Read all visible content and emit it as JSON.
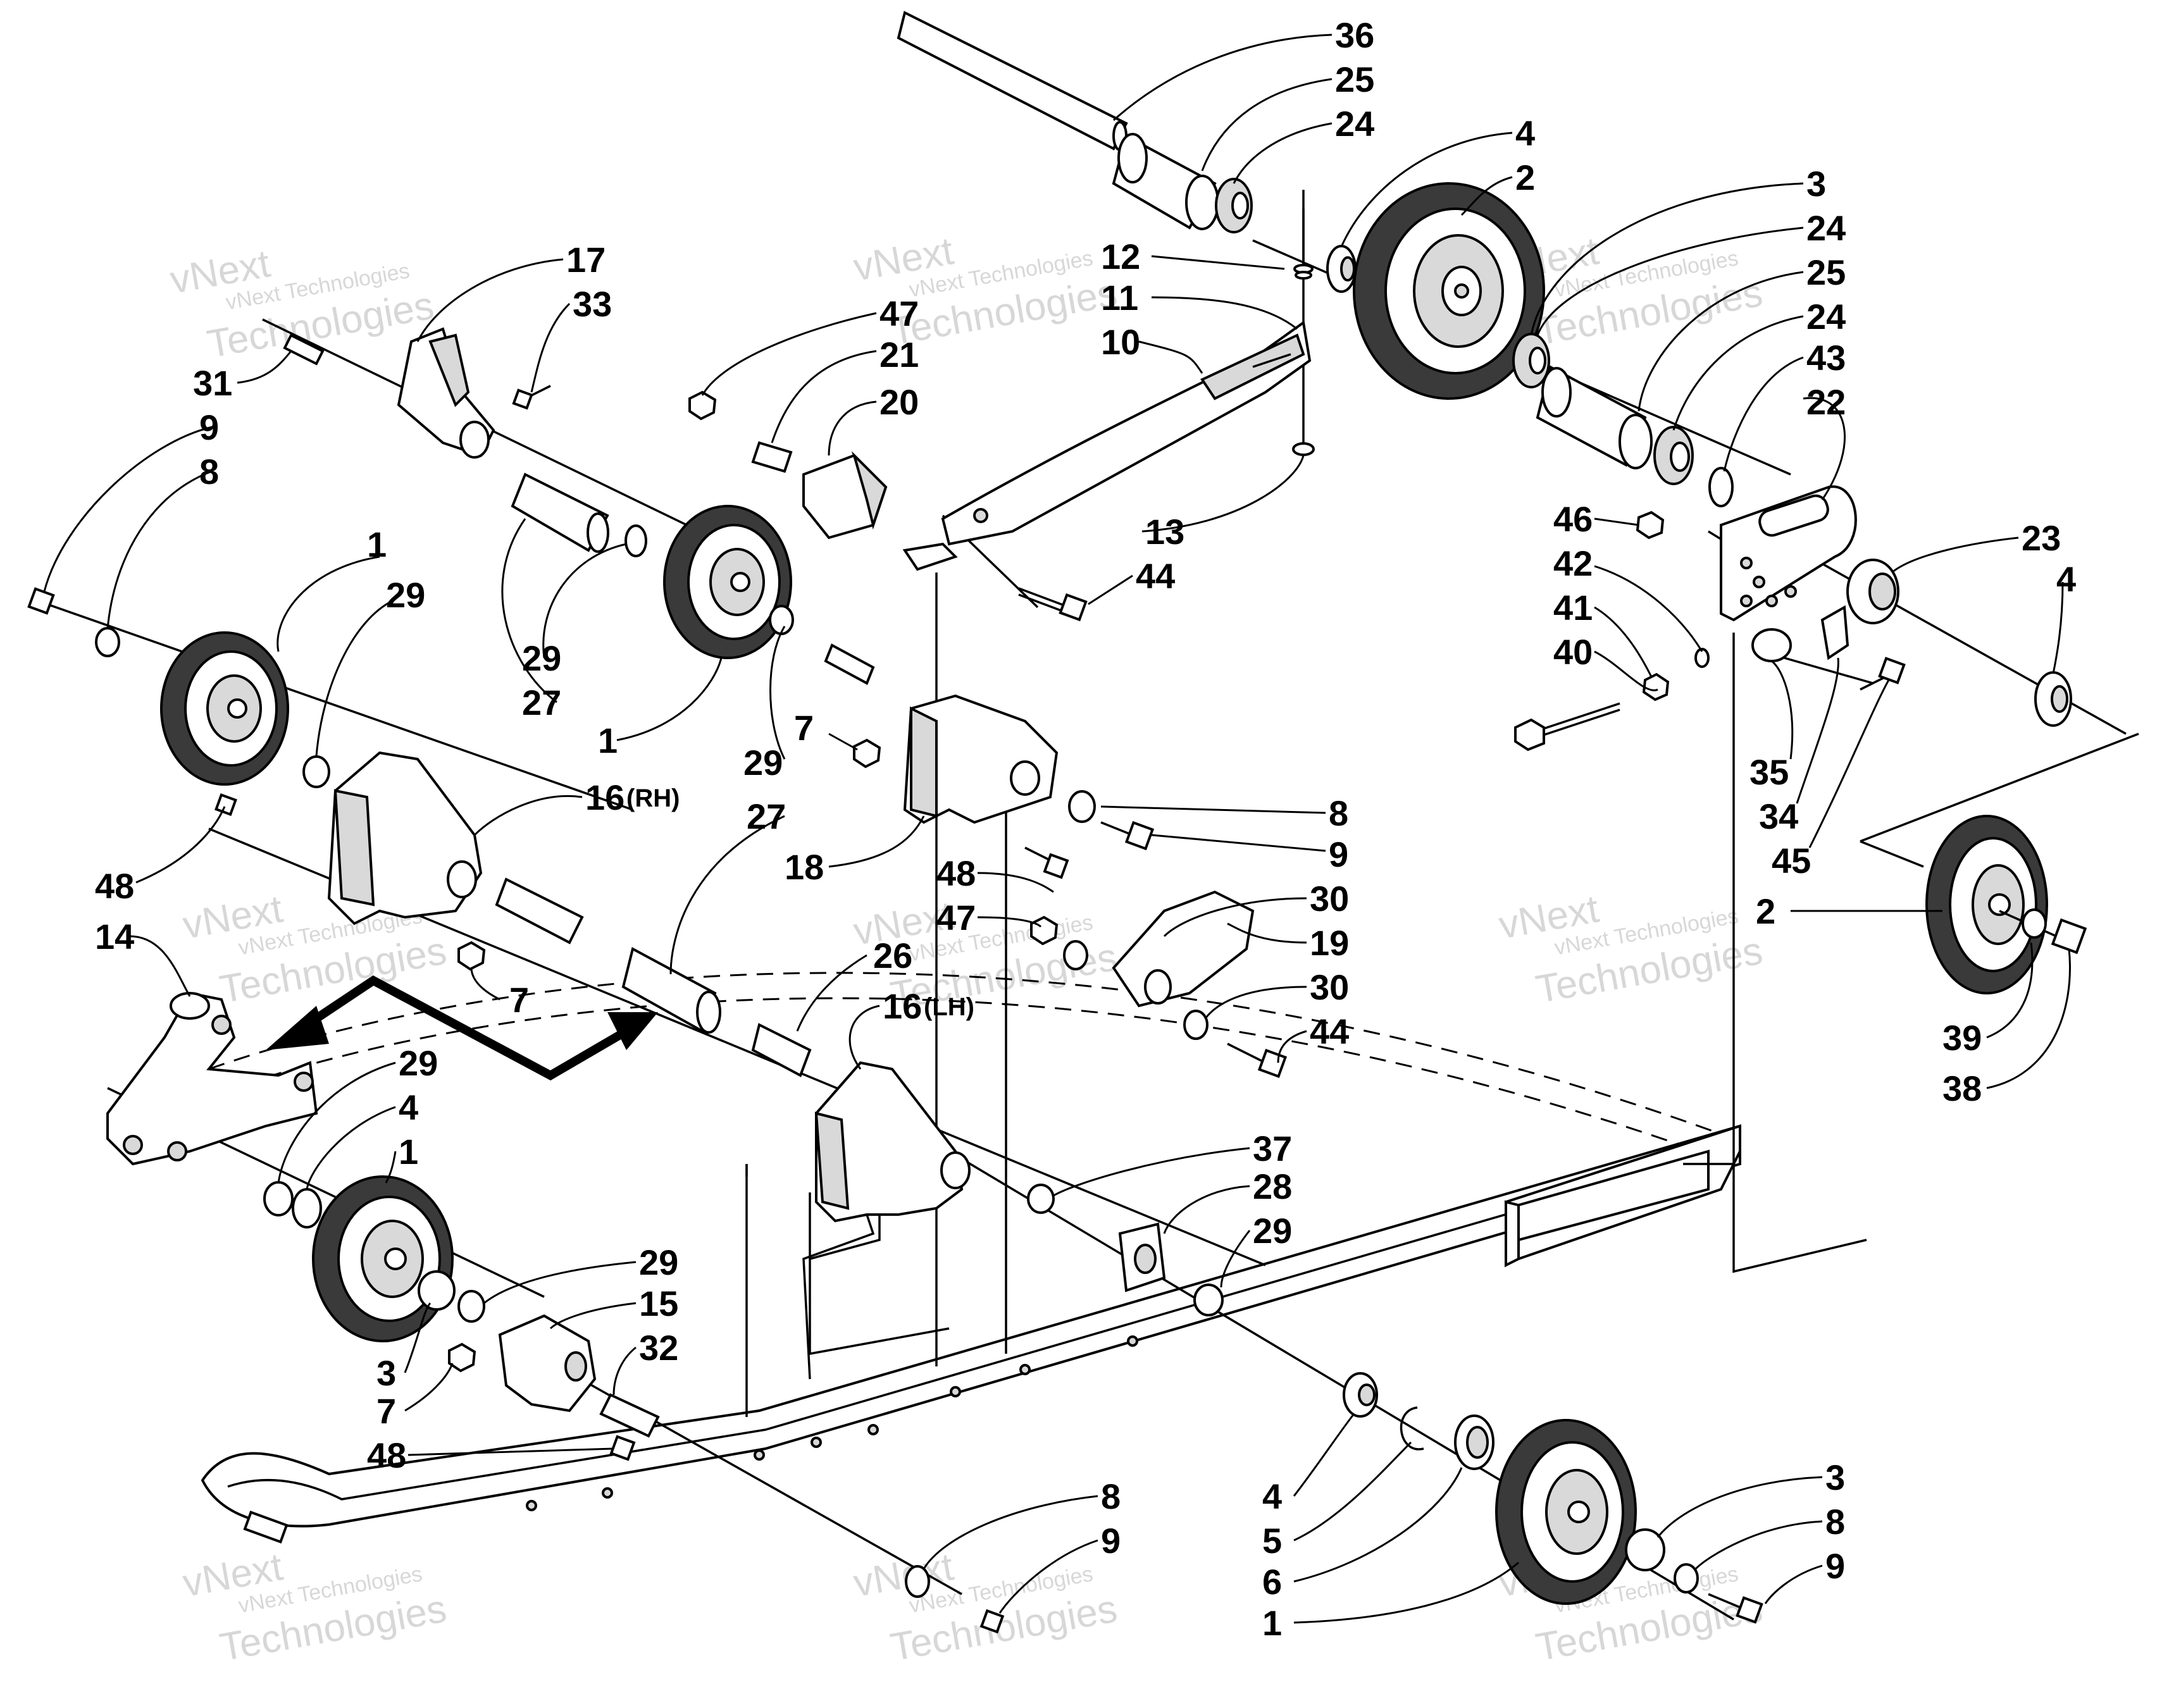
{
  "watermark": {
    "line1": "vNext Technologies",
    "line2": "Technologies",
    "line3": "vNext"
  },
  "callouts": [
    {
      "id": "c1",
      "text": "36"
    },
    {
      "id": "c2",
      "text": "25"
    },
    {
      "id": "c3",
      "text": "24"
    },
    {
      "id": "c4",
      "text": "4"
    },
    {
      "id": "c5",
      "text": "2"
    },
    {
      "id": "c6",
      "text": "3"
    },
    {
      "id": "c7",
      "text": "24"
    },
    {
      "id": "c8",
      "text": "25"
    },
    {
      "id": "c9",
      "text": "24"
    },
    {
      "id": "c10",
      "text": "43"
    },
    {
      "id": "c11",
      "text": "22"
    },
    {
      "id": "c12",
      "text": "12"
    },
    {
      "id": "c13",
      "text": "11"
    },
    {
      "id": "c14",
      "text": "10"
    },
    {
      "id": "c15",
      "text": "17"
    },
    {
      "id": "c16",
      "text": "33"
    },
    {
      "id": "c17",
      "text": "47"
    },
    {
      "id": "c18",
      "text": "21"
    },
    {
      "id": "c19",
      "text": "20"
    },
    {
      "id": "c20",
      "text": "31"
    },
    {
      "id": "c21",
      "text": "9"
    },
    {
      "id": "c22",
      "text": "8"
    },
    {
      "id": "c23",
      "text": "13"
    },
    {
      "id": "c24",
      "text": "44"
    },
    {
      "id": "c25",
      "text": "46"
    },
    {
      "id": "c26",
      "text": "42"
    },
    {
      "id": "c27",
      "text": "41"
    },
    {
      "id": "c28",
      "text": "40"
    },
    {
      "id": "c29",
      "text": "23"
    },
    {
      "id": "c30",
      "text": "4"
    },
    {
      "id": "c31",
      "text": "1"
    },
    {
      "id": "c32",
      "text": "29"
    },
    {
      "id": "c33",
      "text": "29"
    },
    {
      "id": "c34",
      "text": "27"
    },
    {
      "id": "c35",
      "text": "1"
    },
    {
      "id": "c36",
      "text": "7"
    },
    {
      "id": "c37",
      "text": "29"
    },
    {
      "id": "c38",
      "text": "27"
    },
    {
      "id": "c39",
      "text": "18"
    },
    {
      "id": "c40",
      "text": "8"
    },
    {
      "id": "c41",
      "text": "9"
    },
    {
      "id": "c42",
      "text": "35"
    },
    {
      "id": "c43",
      "text": "34"
    },
    {
      "id": "c44",
      "text": "45"
    },
    {
      "id": "c45",
      "text": "2"
    },
    {
      "id": "c46",
      "text": "16"
    },
    {
      "id": "c47",
      "text": "(RH)"
    },
    {
      "id": "c48",
      "text": "48"
    },
    {
      "id": "c49",
      "text": "14"
    },
    {
      "id": "c50",
      "text": "7"
    },
    {
      "id": "c51",
      "text": "48"
    },
    {
      "id": "c52",
      "text": "47"
    },
    {
      "id": "c53",
      "text": "26"
    },
    {
      "id": "c54",
      "text": "30"
    },
    {
      "id": "c55",
      "text": "19"
    },
    {
      "id": "c56",
      "text": "30"
    },
    {
      "id": "c57",
      "text": "44"
    },
    {
      "id": "c58",
      "text": "16"
    },
    {
      "id": "c59",
      "text": "(LH)"
    },
    {
      "id": "c60",
      "text": "39"
    },
    {
      "id": "c61",
      "text": "38"
    },
    {
      "id": "c62",
      "text": "29"
    },
    {
      "id": "c63",
      "text": "4"
    },
    {
      "id": "c64",
      "text": "1"
    },
    {
      "id": "c65",
      "text": "37"
    },
    {
      "id": "c66",
      "text": "28"
    },
    {
      "id": "c67",
      "text": "29"
    },
    {
      "id": "c68",
      "text": "29"
    },
    {
      "id": "c69",
      "text": "15"
    },
    {
      "id": "c70",
      "text": "32"
    },
    {
      "id": "c71",
      "text": "3"
    },
    {
      "id": "c72",
      "text": "7"
    },
    {
      "id": "c73",
      "text": "48"
    },
    {
      "id": "c74",
      "text": "4"
    },
    {
      "id": "c75",
      "text": "5"
    },
    {
      "id": "c76",
      "text": "6"
    },
    {
      "id": "c77",
      "text": "1"
    },
    {
      "id": "c78",
      "text": "3"
    },
    {
      "id": "c79",
      "text": "8"
    },
    {
      "id": "c80",
      "text": "9"
    },
    {
      "id": "c81",
      "text": "8"
    },
    {
      "id": "c82",
      "text": "9"
    }
  ]
}
